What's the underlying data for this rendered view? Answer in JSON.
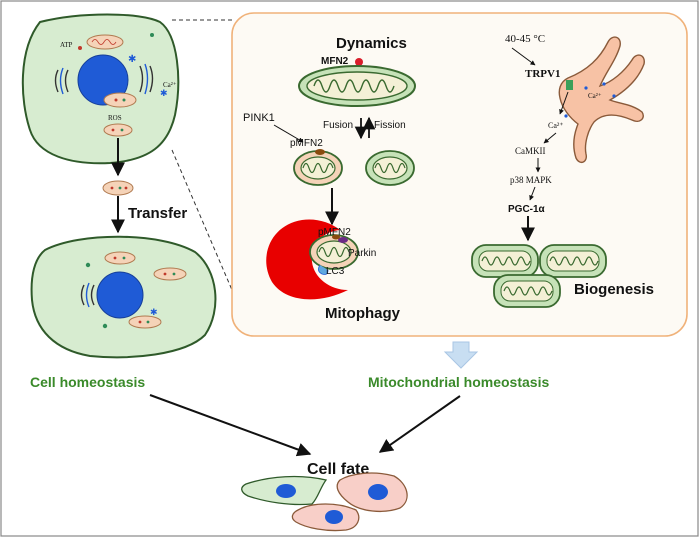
{
  "cell_panel": {
    "atp_label": "ATP",
    "ca_label": "Ca²⁺",
    "ros_label": "ROS",
    "transfer_label": "Transfer",
    "cell_homeostasis_label": "Cell homeostasis"
  },
  "mito_panel": {
    "dynamics_title": "Dynamics",
    "mfn2_label": "MFN2",
    "pink1_label": "PINK1",
    "pmfn2_label": "pMFN2",
    "fusion_label": "Fusion",
    "fission_label": "Fission",
    "pmfn2_mitophagy_label": "pMFN2",
    "parkin_label": "Parkin",
    "lc3_label": "LC3",
    "mitophagy_title": "Mitophagy",
    "temp_label": "40-45 °C",
    "trpv1_label": "TRPV1",
    "ca_er_label": "Ca²⁺",
    "ca_cyto_label": "Ca²⁺",
    "camkii_label": "CaMKII",
    "p38_label": "p38 MAPK",
    "pgc_label": "PGC-1α",
    "biogenesis_title": "Biogenesis",
    "mito_homeostasis_label": "Mitochondrial homeostasis"
  },
  "outcome": {
    "cell_fate_label": "Cell fate"
  },
  "colors": {
    "cell_fill": "#d7ecd0",
    "cell_stroke": "#2f5a2a",
    "nucleus": "#1f5bd6",
    "panel_stroke": "#f0b27a",
    "panel_fill": "#fdfaf4",
    "mito_orange_fill": "#f5d3b8",
    "mito_green_fill": "#c6e2b8",
    "mito_green_stroke": "#3a6a30",
    "lysosome": "#e80000",
    "er_fill": "#f7c2a5",
    "label_green": "#3a8a2a",
    "big_arrow": "#c8def2"
  }
}
